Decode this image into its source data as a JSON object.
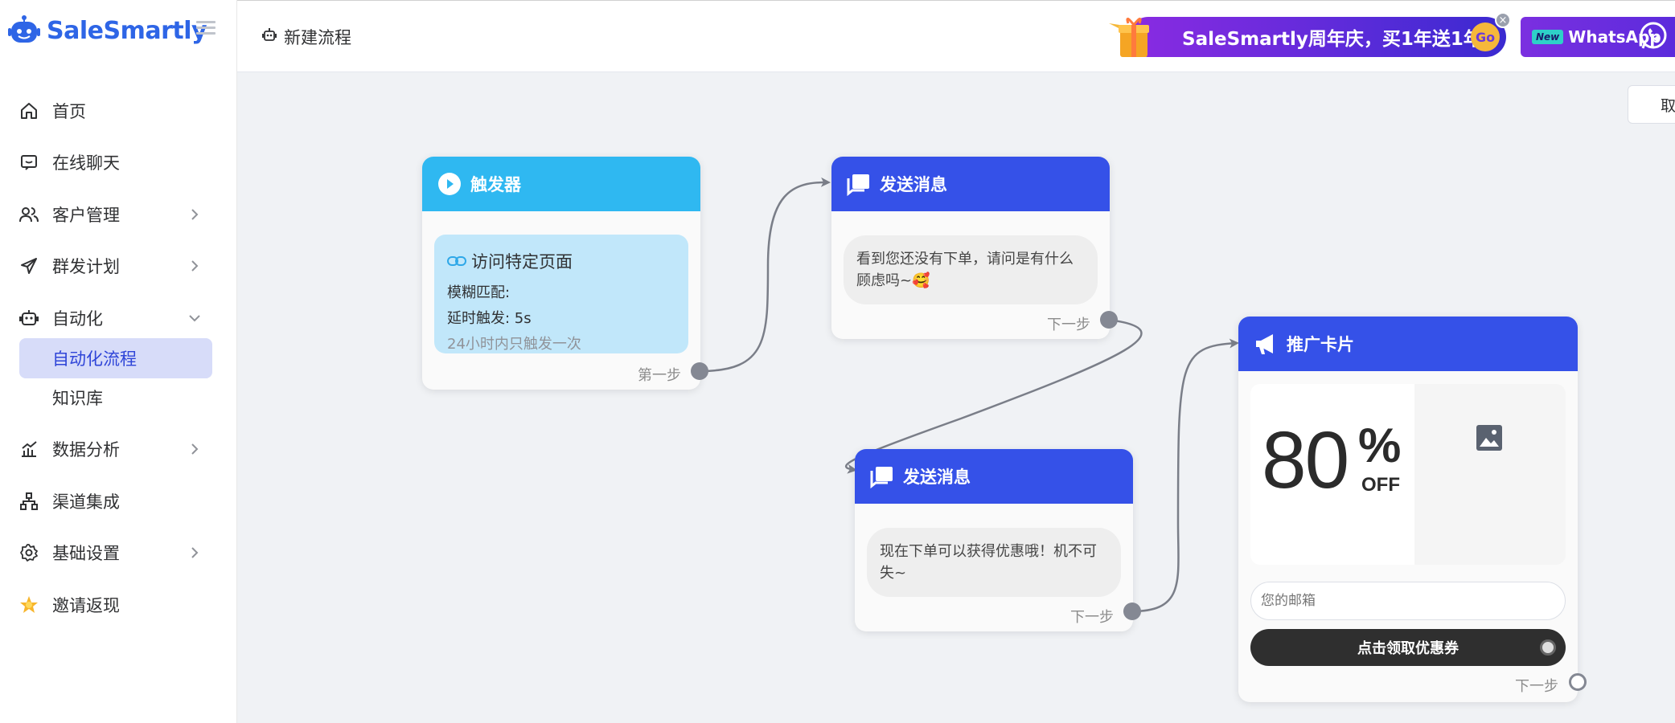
{
  "brand": {
    "name": "SaleSmartly"
  },
  "sidebar": {
    "items": [
      {
        "label": "首页",
        "icon": "home-icon"
      },
      {
        "label": "在线聊天",
        "icon": "chat-icon"
      },
      {
        "label": "客户管理",
        "icon": "users-icon"
      },
      {
        "label": "群发计划",
        "icon": "send-icon"
      },
      {
        "label": "自动化",
        "icon": "robot-icon"
      },
      {
        "label": "数据分析",
        "icon": "chart-icon"
      },
      {
        "label": "渠道集成",
        "icon": "integration-icon"
      },
      {
        "label": "基础设置",
        "icon": "gear-icon"
      },
      {
        "label": "邀请返现",
        "icon": "star-icon"
      }
    ],
    "automation_sub": [
      {
        "label": "自动化流程",
        "active": true
      },
      {
        "label": "知识库",
        "active": false
      }
    ]
  },
  "header": {
    "title": "新建流程",
    "promo_banner": {
      "text": "SaleSmartly周年庆，买1年送1年！",
      "go_label": "Go"
    },
    "whatsapp_banner": {
      "badge": "New",
      "text": "WhatsApp"
    },
    "cancel_label": "取"
  },
  "flow": {
    "trigger": {
      "title": "触发器",
      "condition_title": "访问特定页面",
      "line1": "模糊匹配:",
      "line2": "延时触发: 5s",
      "line3": "24小时内只触发一次",
      "step_label": "第一步"
    },
    "message1": {
      "title": "发送消息",
      "text": "看到您还没有下单，请问是有什么顾虑吗~🥰",
      "step_label": "下一步"
    },
    "message2": {
      "title": "发送消息",
      "text": "现在下单可以获得优惠哦！机不可失~",
      "step_label": "下一步"
    },
    "promo_card": {
      "title": "推广卡片",
      "discount_number": "80",
      "discount_percent": "%",
      "discount_off": "OFF",
      "email_placeholder": "您的邮箱",
      "button_label": "点击领取优惠券",
      "step_label": "下一步"
    }
  },
  "colors": {
    "accent": "#3551e8",
    "trigger": "#2fb8f1",
    "brand": "#2e65e6"
  }
}
